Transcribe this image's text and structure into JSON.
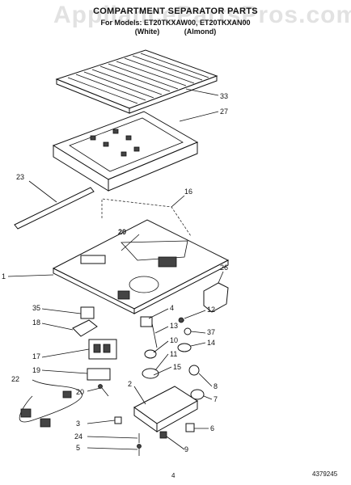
{
  "header": {
    "title": "COMPARTMENT SEPARATOR PARTS",
    "models_line": "For Models: ET20TKXAW00, ET20TKXAN00",
    "variant_white": "(White)",
    "variant_almond": "(Almond)"
  },
  "watermark": "AppliancePartsPros.com",
  "footer": {
    "page": "4",
    "doc_number": "4379245"
  },
  "callouts": [
    "1",
    "2",
    "3",
    "4",
    "5",
    "6",
    "7",
    "8",
    "9",
    "10",
    "11",
    "12",
    "13",
    "14",
    "15",
    "16",
    "17",
    "18",
    "19",
    "20",
    "22",
    "23",
    "24",
    "26",
    "27",
    "33",
    "35",
    "37"
  ],
  "inline_label": "20"
}
